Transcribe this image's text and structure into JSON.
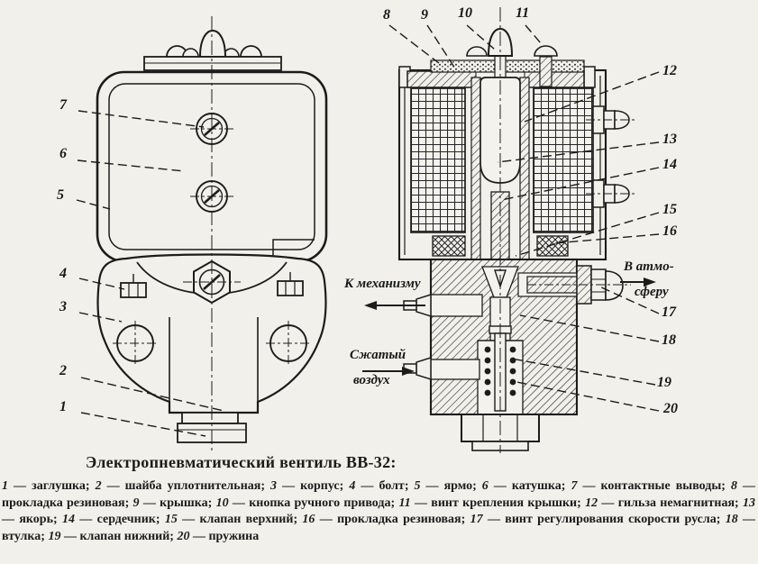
{
  "page": {
    "background": "#f1f0ea",
    "ink": "#1c1c1c"
  },
  "figure": {
    "title": "Электропневматический вентиль ВВ-32:",
    "annotations": {
      "to_mechanism": "К механизму",
      "compressed_air": [
        "Сжатый",
        "воздух"
      ],
      "to_atmosphere": [
        "В атмо-",
        "сферу"
      ]
    },
    "callouts": [
      "1",
      "2",
      "3",
      "4",
      "5",
      "6",
      "7",
      "8",
      "9",
      "10",
      "11",
      "12",
      "13",
      "14",
      "15",
      "16",
      "17",
      "18",
      "19",
      "20"
    ]
  },
  "legend": {
    "items": [
      {
        "num": "1",
        "name": "заглушка"
      },
      {
        "num": "2",
        "name": "шайба уплотнительная"
      },
      {
        "num": "3",
        "name": "корпус"
      },
      {
        "num": "4",
        "name": "болт"
      },
      {
        "num": "5",
        "name": "ярмо"
      },
      {
        "num": "6",
        "name": "катушка"
      },
      {
        "num": "7",
        "name": "контактные выводы"
      },
      {
        "num": "8",
        "name": "прокладка резиновая"
      },
      {
        "num": "9",
        "name": "крышка"
      },
      {
        "num": "10",
        "name": "кнопка ручного привода"
      },
      {
        "num": "11",
        "name": "винт крепления крышки"
      },
      {
        "num": "12",
        "name": "гильза немагнитная"
      },
      {
        "num": "13",
        "name": "якорь"
      },
      {
        "num": "14",
        "name": "сердечник"
      },
      {
        "num": "15",
        "name": "клапан верхний"
      },
      {
        "num": "16",
        "name": "прокладка резиновая"
      },
      {
        "num": "17",
        "name": "винт регулирования скорости русла"
      },
      {
        "num": "18",
        "name": "втулка"
      },
      {
        "num": "19",
        "name": "клапан нижний"
      },
      {
        "num": "20",
        "name": "пружина"
      }
    ]
  }
}
